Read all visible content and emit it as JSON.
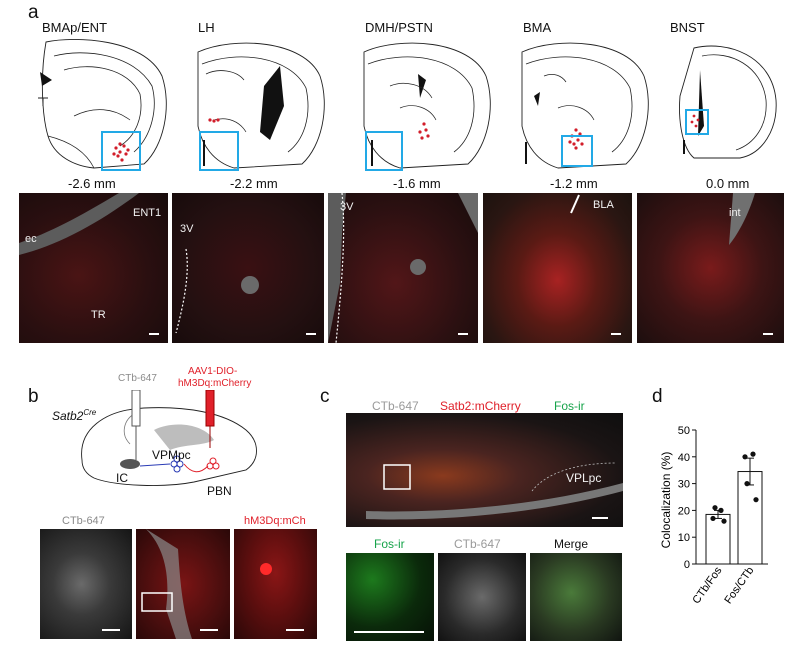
{
  "panel_a": {
    "letter": "a",
    "regions": [
      {
        "title": "BMAp/ENT",
        "depth": "-2.6 mm"
      },
      {
        "title": "LH",
        "depth": "-2.2 mm"
      },
      {
        "title": "DMH/PSTN",
        "depth": "-1.6 mm"
      },
      {
        "title": "BMA",
        "depth": "-1.2 mm"
      },
      {
        "title": "BNST",
        "depth": "0.0 mm"
      }
    ],
    "micrograph_labels": {
      "m1": [
        "ENT1",
        "ec",
        "TR"
      ],
      "m2": [
        "3V"
      ],
      "m3": [
        "3V"
      ],
      "m4": [
        "BLA"
      ],
      "m5": [
        "int"
      ]
    }
  },
  "panel_b": {
    "letter": "b",
    "mouse": "Satb2",
    "mouse_sup": "Cre",
    "tracer": "CTb-647",
    "virus_line1": "AAV1-DIO-",
    "virus_line2": "hM3Dq:mCherry",
    "labels": {
      "ic": "IC",
      "vpmpc": "VPMpc",
      "pbn": "PBN"
    },
    "image_labels": {
      "left": "CTb-647",
      "right": "hM3Dq:mCh"
    },
    "colors": {
      "tracer": "#8a8a8a",
      "virus": "#e0202a"
    }
  },
  "panel_c": {
    "letter": "c",
    "header": {
      "ctb": "CTb-647",
      "satb2": "Satb2:mCherry",
      "fos": "Fos-ir"
    },
    "region_label": "VPLpc",
    "insets": [
      "Fos-ir",
      "CTb-647",
      "Merge"
    ],
    "colors": {
      "ctb": "#9a9a9a",
      "satb2": "#e0202a",
      "fos": "#16a34a"
    }
  },
  "panel_d": {
    "letter": "d"
  },
  "chart_data": {
    "type": "bar",
    "categories": [
      "CTb/Fos",
      "Fos/CTb"
    ],
    "values": [
      18.5,
      34.5
    ],
    "errors": [
      1.5,
      5
    ],
    "points": [
      [
        17,
        20,
        21,
        16
      ],
      [
        40,
        41,
        30,
        24
      ]
    ],
    "ylabel": "Colocalization (%)",
    "ylim": [
      0,
      50
    ],
    "yticks": [
      0,
      10,
      20,
      30,
      40,
      50
    ]
  }
}
